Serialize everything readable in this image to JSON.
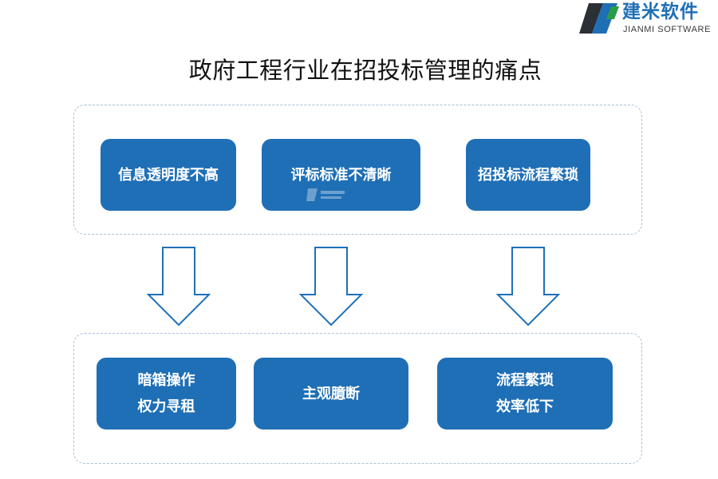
{
  "brand": {
    "name_cn": "建米软件",
    "name_en": "JIANMI SOFTWARE",
    "primary_color": "#1f6fb6",
    "accent_color": "#2a9d4a",
    "logo_icon": "jianmi-logo-icon"
  },
  "title": "政府工程行业在招投标管理的痛点",
  "top_row": [
    {
      "lines": [
        "信息透明度不高"
      ]
    },
    {
      "lines": [
        "评标标准不清晰"
      ]
    },
    {
      "lines": [
        "招投标流程繁琐"
      ]
    }
  ],
  "bottom_row": [
    {
      "lines": [
        "暗箱操作",
        "权力寻租"
      ]
    },
    {
      "lines": [
        "主观臆断"
      ]
    },
    {
      "lines": [
        "流程繁琐",
        "效率低下"
      ]
    }
  ],
  "colors": {
    "box_fill": "#1f6fb6",
    "box_text": "#ffffff",
    "arrow_stroke": "#1f6fb6",
    "group_border": "#a9bfd8"
  },
  "arrow_icon": "down-arrow-icon"
}
